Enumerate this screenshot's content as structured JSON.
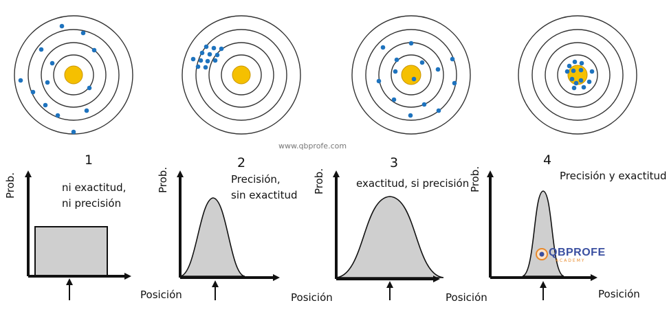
{
  "watermark": "www.qbprofe.com",
  "logo": {
    "name": "QBPROFE",
    "sub": "ACADEMY",
    "accent": "#e8892b",
    "primary": "#3a4fa0"
  },
  "colors": {
    "dot": "#1e73be",
    "bullseye": "#f5c000",
    "fill": "#cfcfcf",
    "ink": "#111111"
  },
  "axis_y_label": "Prob.",
  "axis_x_label": "Posición",
  "panels": [
    {
      "number": "1",
      "caption_lines": [
        "ni exactitud,",
        "ni precisión"
      ],
      "shape": "uniform"
    },
    {
      "number": "2",
      "caption_lines": [
        "Precisión,",
        "sin exactitud"
      ],
      "shape": "narrow-shifted"
    },
    {
      "number": "3",
      "caption_lines": [
        "exactitud, si precisión"
      ],
      "shape": "wide-centered"
    },
    {
      "number": "4",
      "caption_lines": [
        "Precisión y exactitud"
      ],
      "shape": "narrow-centered"
    }
  ]
}
